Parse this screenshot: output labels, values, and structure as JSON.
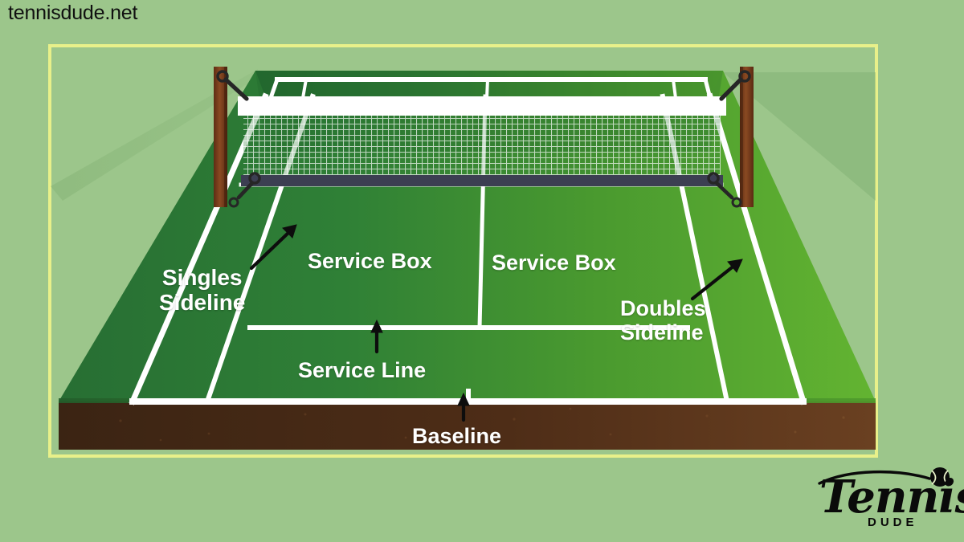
{
  "site": {
    "name": "tennisdude.net"
  },
  "frame": {
    "border_color": "#e8f08a"
  },
  "background": {
    "color": "#9cc68b"
  },
  "court": {
    "surface_left_color": "#2d7d3a",
    "surface_right_color": "#5fb031",
    "line_color": "#ffffff",
    "base_color": "#4a2b18",
    "post_color": "#7a3d1e",
    "net_band_color": "#ffffff",
    "net_bottom_color": "#3c3f52"
  },
  "labels": {
    "singles_sideline": "Singles\nSideline",
    "singles_sideline_line1": "Singles",
    "singles_sideline_line2": "Sideline",
    "service_box_left": "Service Box",
    "service_box_right": "Service Box",
    "doubles_sideline_line1": "Doubles",
    "doubles_sideline_line2": "Sideline",
    "service_line": "Service Line",
    "baseline": "Baseline"
  },
  "annotations": {
    "arrows": [
      {
        "name": "singles-sideline-arrow",
        "direction": "up-right"
      },
      {
        "name": "doubles-sideline-arrow",
        "direction": "up-right"
      },
      {
        "name": "service-line-arrow",
        "direction": "up"
      },
      {
        "name": "baseline-arrow",
        "direction": "up"
      }
    ]
  },
  "logo": {
    "word": "Tennis",
    "sub": "DUDE",
    "ball_icon": "tennis-ball-icon",
    "color": "#0a0a0a"
  }
}
